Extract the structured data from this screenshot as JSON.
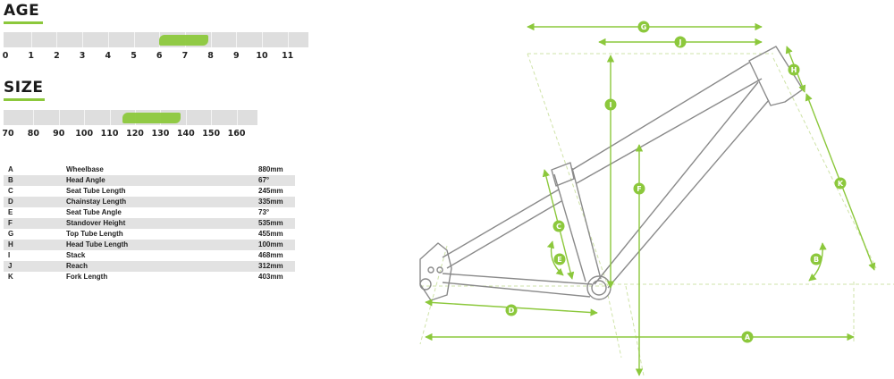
{
  "age": {
    "title": "AGE",
    "labels": [
      "0",
      "1",
      "2",
      "3",
      "4",
      "5",
      "6",
      "7",
      "8",
      "9",
      "10",
      "11"
    ],
    "range": {
      "from": 6,
      "to": 7.9
    }
  },
  "size": {
    "title": "SIZE",
    "labels": [
      "70",
      "80",
      "90",
      "100",
      "110",
      "120",
      "130",
      "140",
      "150",
      "160"
    ],
    "range": {
      "from": 115,
      "to": 138
    }
  },
  "geometry": [
    {
      "letter": "A",
      "name": "Wheelbase",
      "value": "880mm"
    },
    {
      "letter": "B",
      "name": "Head Angle",
      "value": "67°"
    },
    {
      "letter": "C",
      "name": "Seat Tube Length",
      "value": "245mm"
    },
    {
      "letter": "D",
      "name": "Chainstay Length",
      "value": "335mm"
    },
    {
      "letter": "E",
      "name": "Seat Tube Angle",
      "value": "73°"
    },
    {
      "letter": "F",
      "name": "Standover Height",
      "value": "535mm"
    },
    {
      "letter": "G",
      "name": "Top Tube Length",
      "value": "455mm"
    },
    {
      "letter": "H",
      "name": "Head Tube Length",
      "value": "100mm"
    },
    {
      "letter": "I",
      "name": "Stack",
      "value": "468mm"
    },
    {
      "letter": "J",
      "name": "Reach",
      "value": "312mm"
    },
    {
      "letter": "K",
      "name": "Fork Length",
      "value": "403mm"
    }
  ],
  "colors": {
    "accent": "#8cc83c",
    "bar": "#dedede",
    "frame": "#8a8a8a",
    "dash": "#cfe3a8"
  }
}
